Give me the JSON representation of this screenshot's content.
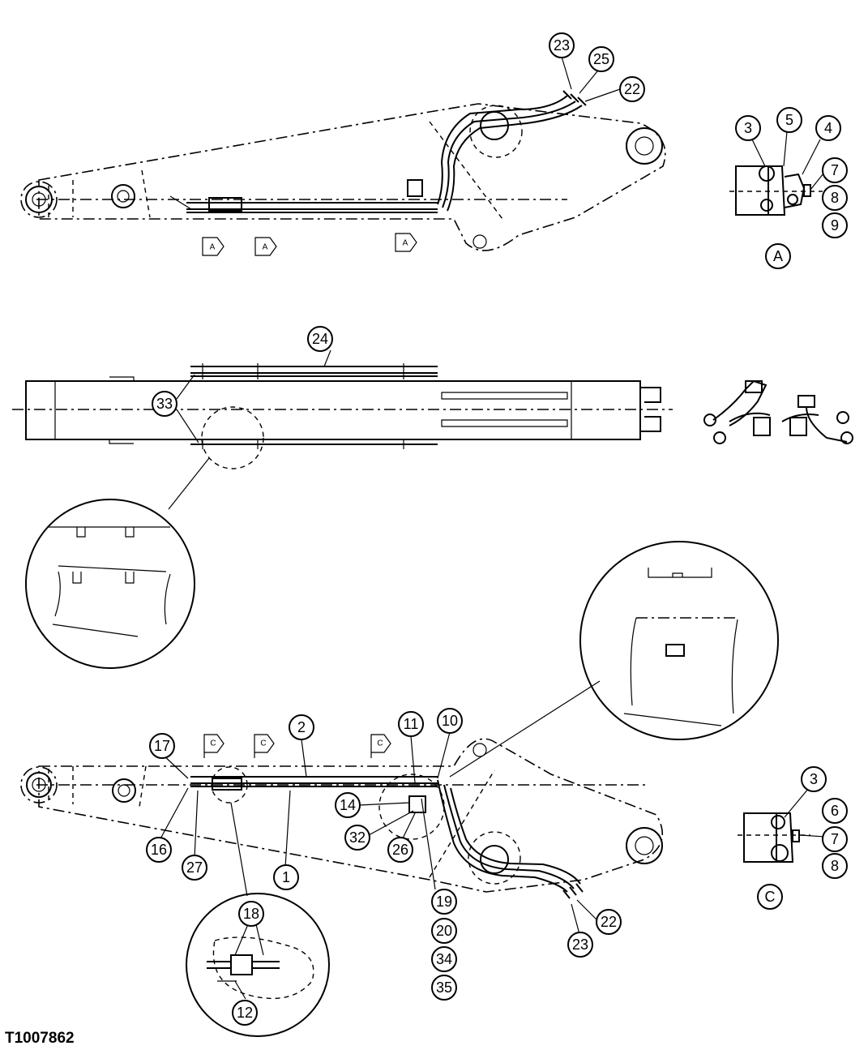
{
  "figure_id": "T1007862",
  "callouts": {
    "top_23": "23",
    "top_25": "25",
    "top_22": "22",
    "a_3": "3",
    "a_5": "5",
    "a_4": "4",
    "a_7": "7",
    "a_8": "8",
    "a_9": "9",
    "view_a": "A",
    "mid_24": "24",
    "mid_33": "33",
    "b_17": "17",
    "b_2": "2",
    "b_11": "11",
    "b_10": "10",
    "b_14": "14",
    "b_32": "32",
    "b_26": "26",
    "b_16": "16",
    "b_27": "27",
    "b_1": "1",
    "b_19": "19",
    "b_20": "20",
    "b_34": "34",
    "b_35": "35",
    "b_22": "22",
    "b_23": "23",
    "b_18": "18",
    "b_12": "12",
    "c_3": "3",
    "c_6": "6",
    "c_7": "7",
    "c_8": "8",
    "view_c": "C"
  },
  "section_flags": {
    "a": "A",
    "c": "C"
  }
}
